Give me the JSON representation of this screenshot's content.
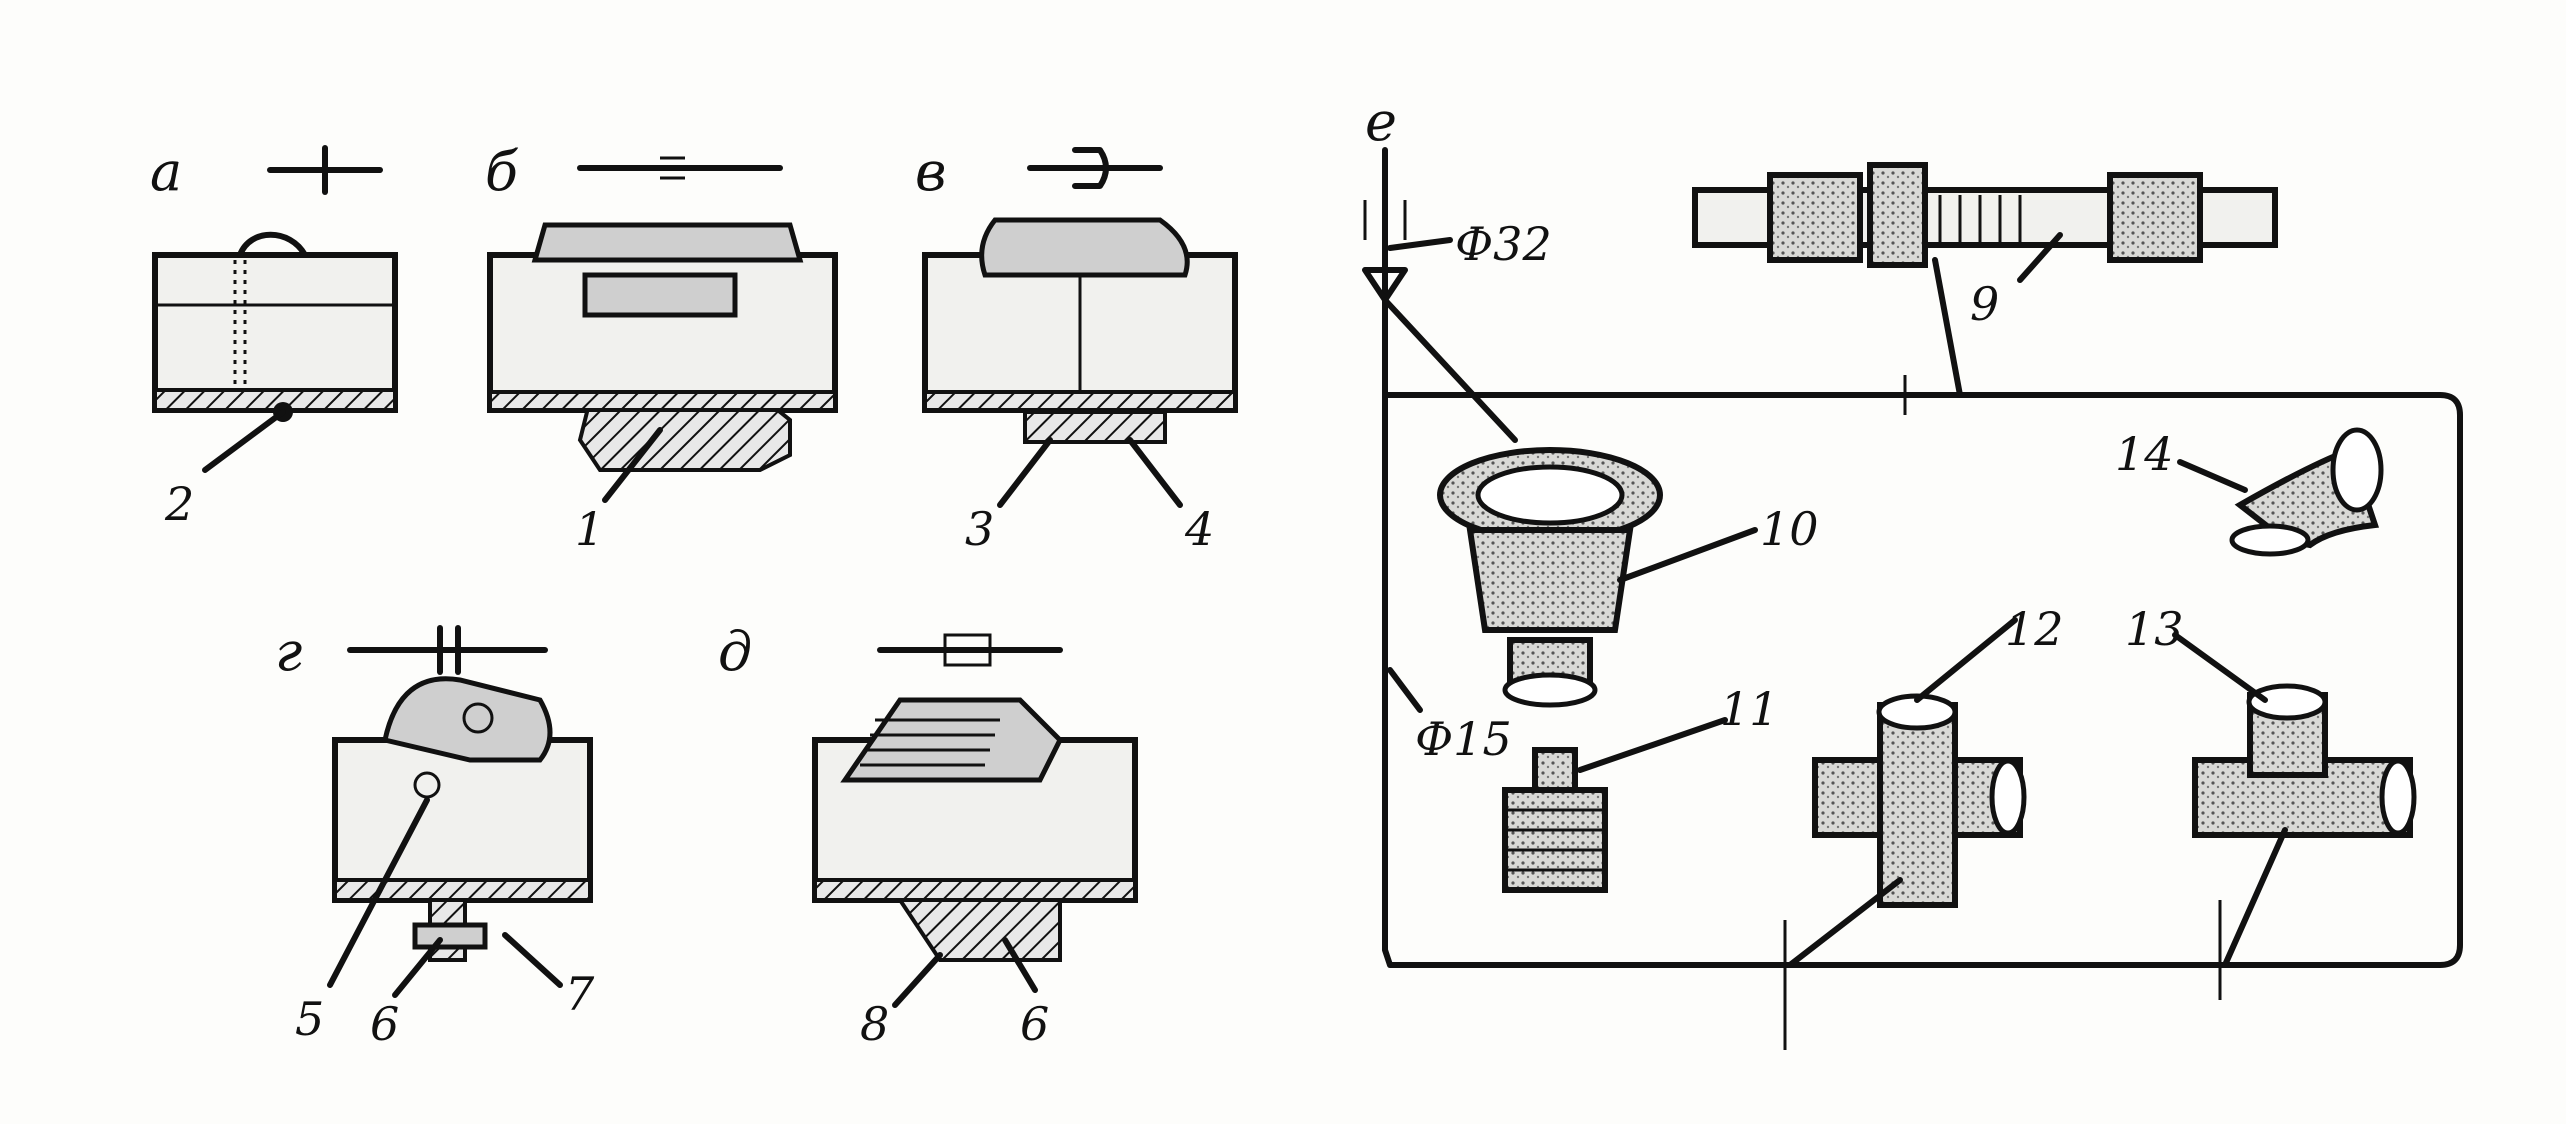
{
  "figure": {
    "panel_labels": {
      "a": "а",
      "b": "б",
      "v": "в",
      "g": "г",
      "d": "д",
      "e": "е"
    },
    "numbers": [
      "1",
      "2",
      "3",
      "4",
      "5",
      "6",
      "6",
      "7",
      "8",
      "9",
      "10",
      "11",
      "12",
      "13",
      "14"
    ],
    "dimensions": {
      "d32": "Ф32",
      "d15": "Ф15"
    }
  }
}
